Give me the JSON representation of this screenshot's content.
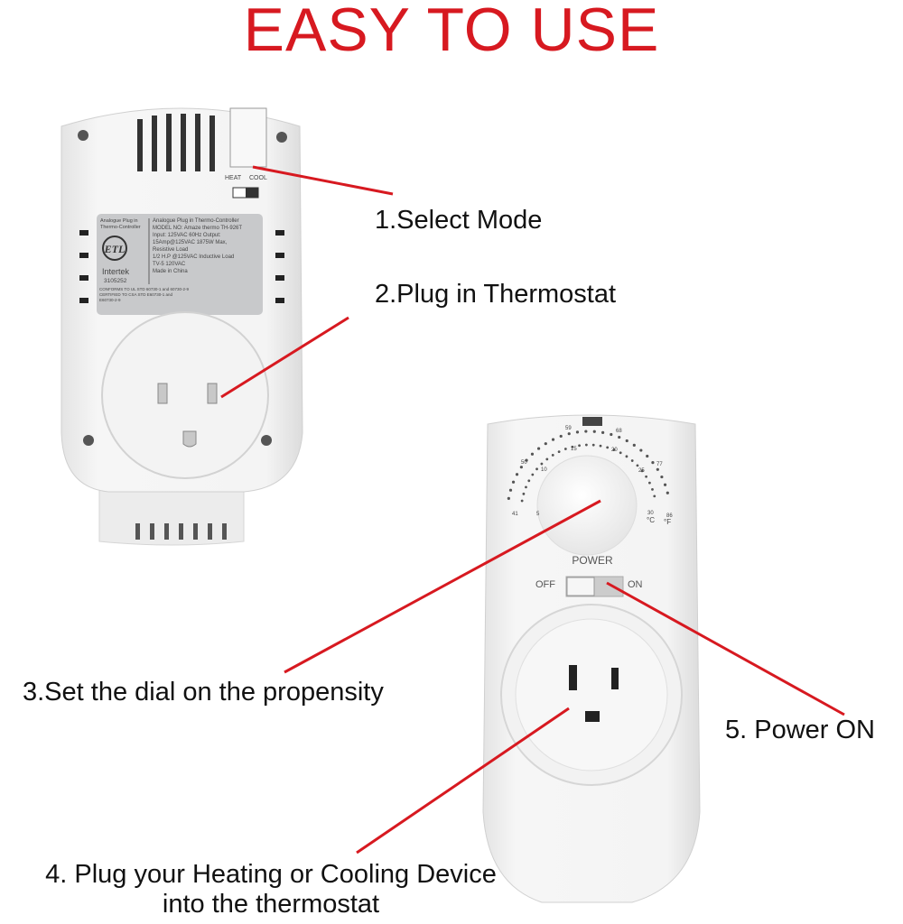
{
  "title": "EASY TO USE",
  "accent_color": "#d71920",
  "steps": {
    "s1": "1.Select Mode",
    "s2": "2.Plug in Thermostat",
    "s3": "3.Set the dial on the propensity",
    "s4_line1": "4. Plug your Heating or Cooling Device",
    "s4_line2": "into the thermostat",
    "s5": "5. Power ON"
  },
  "back_device": {
    "mode_labels": [
      "HEAT",
      "COOL"
    ],
    "label_left": [
      "Analogue Plug in",
      "Thermo-Controller"
    ],
    "label_lines": [
      "Analogue Plug in Thermo-Controller",
      "MODEL NO: Amaze thermo TH-926T",
      "Input: 125VAC 60Hz  Output:",
      "15Amp@125VAC 1875W Max,",
      " Resistive Load",
      "1/2 H.P @125VAC Inductive Load",
      "TV-5 120VAC",
      " Made in China"
    ],
    "cert_mark": "ETL",
    "cert_company": "Intertek",
    "cert_number": "3105252",
    "conform_lines": [
      "CONFORMS TO UL STD 60730-1 and 60730-2-9",
      "CERTIFIED TO CSA STD E60730-1 and",
      "E60730-2-9"
    ]
  },
  "front_device": {
    "dial_f": [
      "41",
      "50",
      "59",
      "68",
      "77",
      "86"
    ],
    "dial_c": [
      "5",
      "10",
      "15",
      "20",
      "25",
      "30"
    ],
    "unit_c": "°C",
    "unit_f": "°F",
    "power_label": "POWER",
    "off_label": "OFF",
    "on_label": "ON"
  }
}
